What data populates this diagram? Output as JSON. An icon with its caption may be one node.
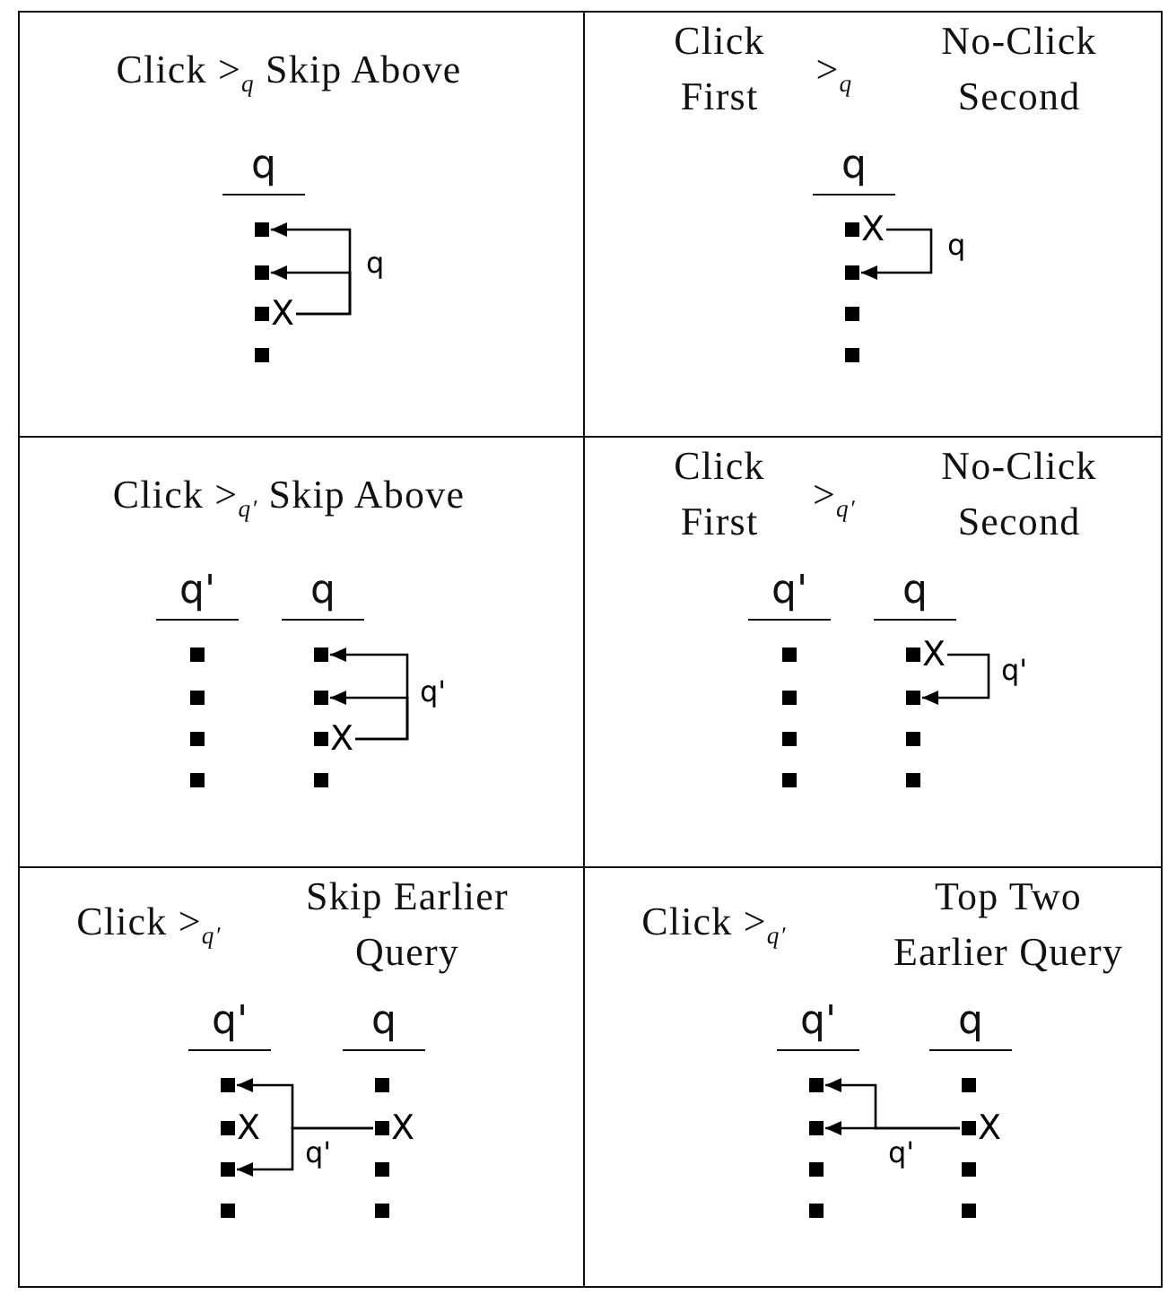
{
  "diagram": {
    "nodes": [
      {
        "text": [
          "Click >$_{q}$ Skip Above"
        ]
      },
      {
        "text": [],
        "shape": "box",
        "in": 0
      },
      {
        "text": [],
        "shape": "box",
        "in": 0
      },
      {
        "text": [],
        "shape": "box",
        "in": 0,
        "beside": [
          "X"
        ]
      },
      {
        "text": [],
        "shape": "box",
        "in": 0
      },
      {
        "text": [
          "Click First",
          ">$_{q}$",
          "No-Click Second"
        ]
      },
      {
        "text": [],
        "shape": "box",
        "in": 5,
        "beside": [
          "X"
        ]
      },
      {
        "text": [],
        "shape": "box",
        "in": 5
      },
      {
        "text": [],
        "shape": "box",
        "in": 5
      },
      {
        "text": [],
        "shape": "box",
        "in": 5
      },
      {
        "text": [
          "Click >$_{q′}$ Skip Above"
        ]
      },
      {
        "text": [],
        "shape": "box",
        "in": 10
      },
      {
        "text": [],
        "shape": "box",
        "in": 10
      },
      {
        "text": [],
        "shape": "box",
        "in": 10
      },
      {
        "text": [],
        "shape": "box",
        "in": 10
      },
      {
        "text": [],
        "shape": "box",
        "in": 10
      },
      {
        "text": [],
        "shape": "box",
        "in": 10
      },
      {
        "text": [],
        "shape": "box",
        "in": 10,
        "beside": [
          "X"
        ]
      },
      {
        "text": [],
        "shape": "box",
        "in": 10
      },
      {
        "text": [
          "Click First",
          ">$_{q′}$",
          "No-Click Second"
        ]
      },
      {
        "text": [],
        "shape": "box",
        "in": 19
      },
      {
        "text": [],
        "shape": "box",
        "in": 19
      },
      {
        "text": [],
        "shape": "box",
        "in": 19
      },
      {
        "text": [],
        "shape": "box",
        "in": 19
      },
      {
        "text": [],
        "shape": "box",
        "in": 19,
        "beside": [
          "X"
        ]
      },
      {
        "text": [],
        "shape": "box",
        "in": 19
      },
      {
        "text": [],
        "shape": "box",
        "in": 19
      },
      {
        "text": [],
        "shape": "box",
        "in": 19
      },
      {
        "text": [
          "Click >$_{q′}$",
          "Skip Earlier Query"
        ]
      },
      {
        "text": [],
        "shape": "box",
        "in": 28
      },
      {
        "text": [],
        "shape": "box",
        "in": 28,
        "beside": [
          "X"
        ]
      },
      {
        "text": [],
        "shape": "box",
        "in": 28
      },
      {
        "text": [],
        "shape": "box",
        "in": 28
      },
      {
        "text": [],
        "shape": "box",
        "in": 28
      },
      {
        "text": [],
        "shape": "box",
        "in": 28,
        "beside": [
          "X"
        ]
      },
      {
        "text": [],
        "shape": "box",
        "in": 28
      },
      {
        "text": [],
        "shape": "box",
        "in": 28
      },
      {
        "text": [
          "Click >$_{q′}$",
          "Top Two Earlier Query"
        ]
      },
      {
        "text": [],
        "shape": "box",
        "in": 37
      },
      {
        "text": [],
        "shape": "box",
        "in": 37
      },
      {
        "text": [],
        "shape": "box",
        "in": 37
      },
      {
        "text": [],
        "shape": "box",
        "in": 37
      },
      {
        "text": [],
        "shape": "box",
        "in": 37
      },
      {
        "text": [],
        "shape": "box",
        "in": 37,
        "beside": [
          "X"
        ]
      },
      {
        "text": [],
        "shape": "box",
        "in": 37
      },
      {
        "text": [],
        "shape": "box",
        "in": 37
      }
    ],
    "edges": [
      {
        "from": 3,
        "to": 1,
        "arrow": "to",
        "label": "q"
      },
      {
        "from": 3,
        "to": 2,
        "arrow": "to"
      },
      {
        "from": 6,
        "to": 7,
        "arrow": "to",
        "label": "q"
      },
      {
        "from": 17,
        "to": 15,
        "arrow": "to",
        "label": "q'"
      },
      {
        "from": 17,
        "to": 16,
        "arrow": "to"
      },
      {
        "from": 24,
        "to": 25,
        "arrow": "to",
        "label": "q'"
      },
      {
        "from": 34,
        "to": 29,
        "arrow": "to",
        "label": "q'"
      },
      {
        "from": 34,
        "to": 31,
        "arrow": "to"
      },
      {
        "from": 43,
        "to": 38,
        "arrow": "to",
        "label": "q'"
      },
      {
        "from": 43,
        "to": 39,
        "arrow": "to"
      }
    ],
    "labels": [
      "q",
      "q",
      "q'",
      "q",
      "q'",
      "q",
      "q'",
      "q",
      "q'",
      "q"
    ]
  }
}
